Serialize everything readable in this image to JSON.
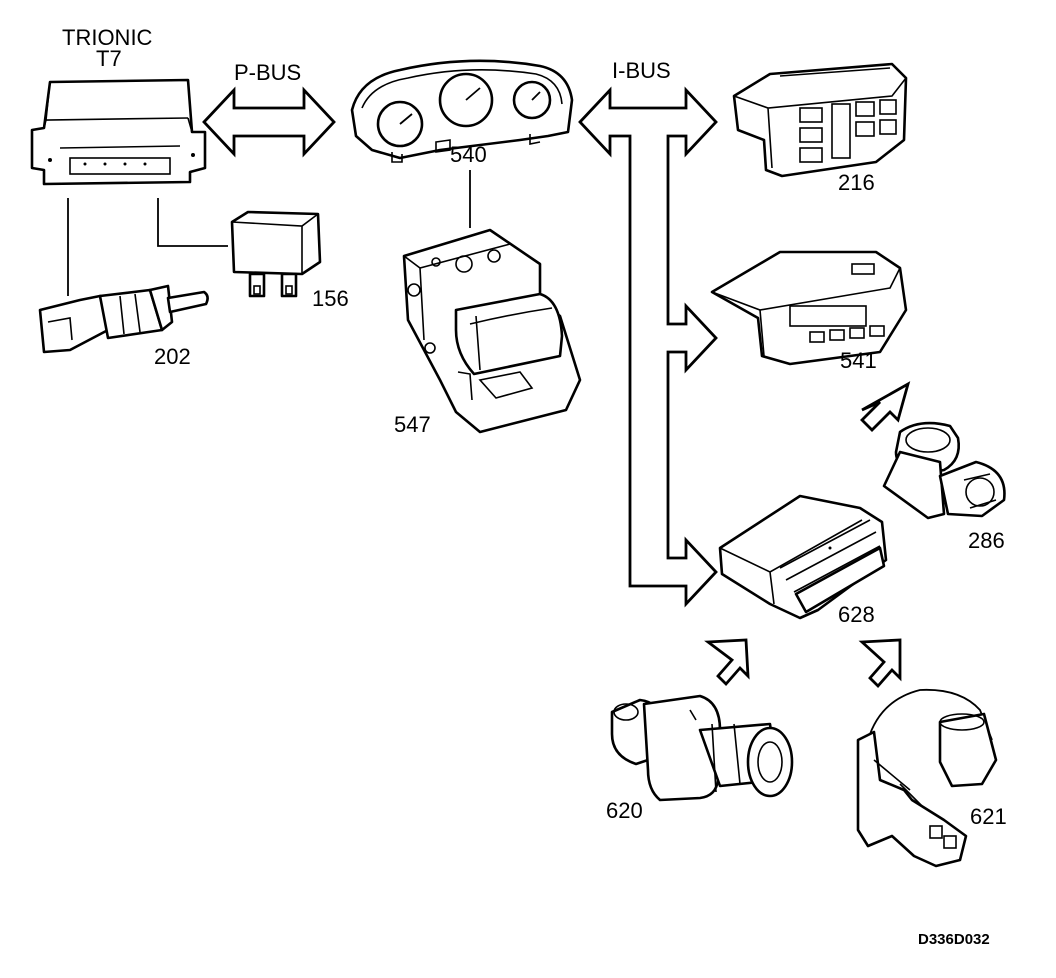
{
  "labels": {
    "trionic_line1": "TRIONIC",
    "trionic_line2": "T7",
    "p_bus": "P-BUS",
    "i_bus": "I-BUS",
    "part_540": "540",
    "part_216": "216",
    "part_156": "156",
    "part_202": "202",
    "part_547": "547",
    "part_541": "541",
    "part_286": "286",
    "part_628": "628",
    "part_620": "620",
    "part_621": "621",
    "figure_code": "D336D032"
  },
  "style": {
    "stroke": "#000000",
    "background": "#ffffff"
  }
}
